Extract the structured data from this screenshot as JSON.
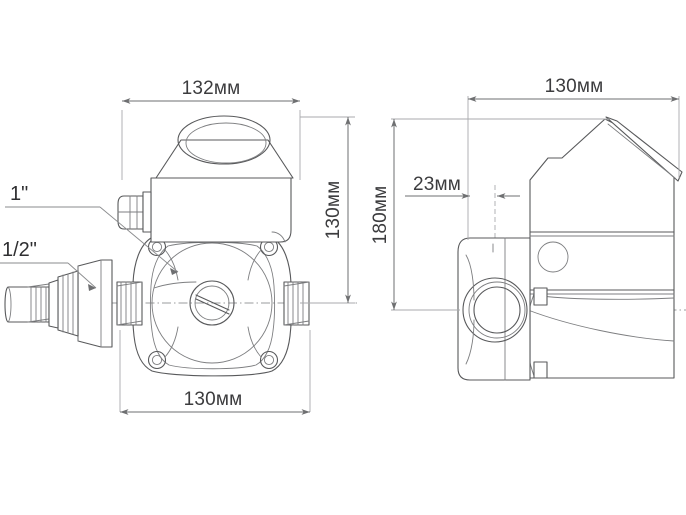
{
  "drawing": {
    "title": "Circulation pump dimensional drawing",
    "unit_suffix": "мм",
    "line_color": "#58595b",
    "dim_color": "#6e6f71",
    "text_color": "#3c3c3e",
    "background": "#ffffff"
  },
  "views": {
    "front": {
      "name": "front-view",
      "dimensions": {
        "top_width": "132мм",
        "height": "130мм",
        "bottom_width": "130мм"
      }
    },
    "side": {
      "name": "side-view",
      "dimensions": {
        "width": "130мм",
        "height": "180мм",
        "offset": "23мм"
      }
    }
  },
  "callouts": [
    {
      "id": "port-inlet",
      "label": "1\""
    },
    {
      "id": "port-outlet",
      "label": "1/2\""
    }
  ],
  "dimension_labels": {
    "front_top": "132мм",
    "front_right": "130мм",
    "front_bottom": "130мм",
    "side_top": "130мм",
    "side_left": "180мм",
    "side_offset": "23мм"
  }
}
